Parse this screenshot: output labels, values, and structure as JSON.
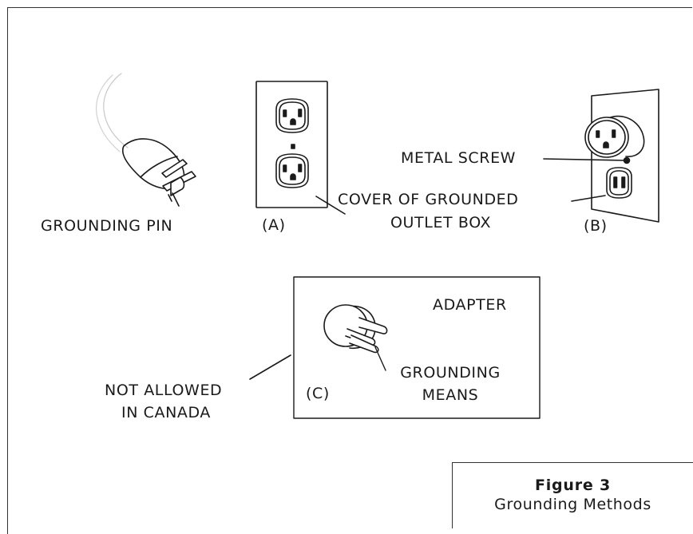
{
  "labels": {
    "grounding_pin": "GROUNDING PIN",
    "label_a": "(A)",
    "cover_line1": "COVER OF GROUNDED",
    "cover_line2": "OUTLET BOX",
    "metal_screw": "METAL SCREW",
    "label_b": "(B)",
    "adapter": "ADAPTER",
    "label_c": "(C)",
    "grounding_means_line1": "GROUNDING",
    "grounding_means_line2": "MEANS",
    "not_allowed_line1": "NOT ALLOWED",
    "not_allowed_line2": "IN CANADA"
  },
  "caption": {
    "title": "Figure 3",
    "subtitle": "Grounding Methods"
  }
}
